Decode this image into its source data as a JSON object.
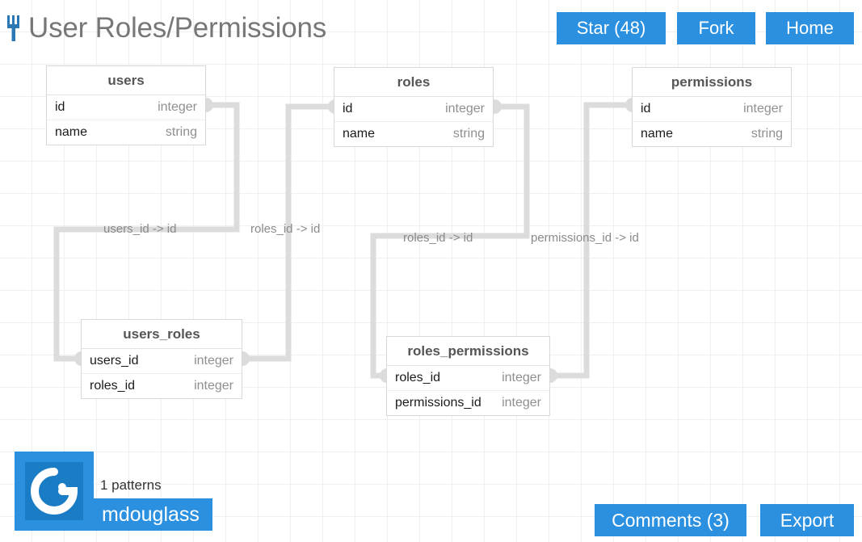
{
  "header": {
    "title": "User Roles/Permissions",
    "fork_icon": "fork-icon",
    "buttons": [
      {
        "id": "star",
        "label": "Star (48)"
      },
      {
        "id": "fork",
        "label": "Fork"
      },
      {
        "id": "home",
        "label": "Home"
      }
    ]
  },
  "footer": {
    "patterns_count": "1 patterns",
    "author": "mdouglass",
    "avatar_icon": "gravatar-logo-icon",
    "buttons": [
      {
        "id": "comments",
        "label": "Comments (3)"
      },
      {
        "id": "export",
        "label": "Export"
      }
    ]
  },
  "colors": {
    "accent": "#2b90e0",
    "title_text": "#777777",
    "connector": "#dcdcdc",
    "grid": "#f0f0f0",
    "table_border": "#d8d8d8",
    "type_text": "#8f8f8f",
    "label_text": "#8a8a8a"
  },
  "diagram": {
    "type": "entity-relationship",
    "tables": [
      {
        "id": "users",
        "name": "users",
        "columns": [
          {
            "name": "id",
            "type": "integer"
          },
          {
            "name": "name",
            "type": "string"
          }
        ]
      },
      {
        "id": "roles",
        "name": "roles",
        "columns": [
          {
            "name": "id",
            "type": "integer"
          },
          {
            "name": "name",
            "type": "string"
          }
        ]
      },
      {
        "id": "permissions",
        "name": "permissions",
        "columns": [
          {
            "name": "id",
            "type": "integer"
          },
          {
            "name": "name",
            "type": "string"
          }
        ]
      },
      {
        "id": "users_roles",
        "name": "users_roles",
        "columns": [
          {
            "name": "users_id",
            "type": "integer"
          },
          {
            "name": "roles_id",
            "type": "integer"
          }
        ]
      },
      {
        "id": "roles_permissions",
        "name": "roles_permissions",
        "columns": [
          {
            "name": "roles_id",
            "type": "integer"
          },
          {
            "name": "permissions_id",
            "type": "integer"
          }
        ]
      }
    ],
    "relationships": [
      {
        "id": "users-roles-to-users",
        "label": "users_id -> id",
        "from": "users_roles.users_id",
        "to": "users.id"
      },
      {
        "id": "users-roles-to-roles",
        "label": "roles_id -> id",
        "from": "users_roles.roles_id",
        "to": "roles.id"
      },
      {
        "id": "roles-permissions-to-roles",
        "label": "roles_id -> id",
        "from": "roles_permissions.roles_id",
        "to": "roles.id"
      },
      {
        "id": "roles-permissions-to-permissions",
        "label": "permissions_id -> id",
        "from": "roles_permissions.permissions_id",
        "to": "permissions.id"
      }
    ]
  }
}
